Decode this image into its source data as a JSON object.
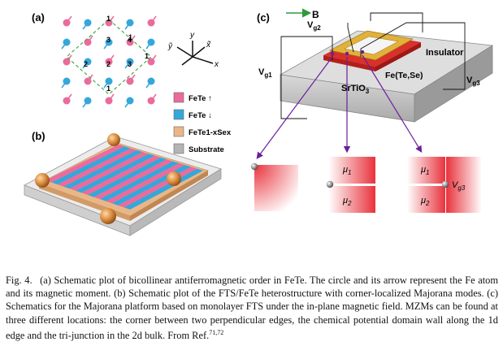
{
  "panel_a": {
    "label": "(a)",
    "axes": {
      "y": "y",
      "x": "x",
      "y_tilde": "ỹ",
      "x_tilde": "x̃"
    },
    "site_numbers": [
      "1",
      "1",
      "2",
      "3",
      "4",
      "1",
      "2",
      "3",
      "1"
    ]
  },
  "panel_b": {
    "label": "(b)"
  },
  "legend": {
    "items": [
      {
        "label": "FeTe ↑",
        "color": "#ea6b9c"
      },
      {
        "label": "FeTe ↓",
        "color": "#34a7dc"
      },
      {
        "label": "FeTe1-xSex",
        "color": "#e9b787"
      },
      {
        "label": "Substrate",
        "color": "#b4b4b4"
      }
    ]
  },
  "panel_c": {
    "label": "(c)",
    "field": "B",
    "vg1": "V",
    "vg1_sub": "g1",
    "vg2": "V",
    "vg2_sub": "g2",
    "vg3": "V",
    "vg3_sub": "g3",
    "insulator": "Insulator",
    "fts": "Fe(Te,Se)",
    "substrate": "SrTiO",
    "substrate_sub": "3",
    "mu1": "μ",
    "mu1_sub": "1",
    "mu2": "μ",
    "mu2_sub": "2",
    "inset_vg3": "V",
    "inset_vg3_sub": "g3"
  },
  "caption": {
    "label": "Fig. 4.",
    "text": "(a) Schematic plot of bicollinear antiferromagnetic order in FeTe. The circle and its arrow represent the Fe atom and its magnetic moment. (b) Schematic plot of the FTS/FeTe heterostructure with corner-localized Majorana modes. (c) Schematics for the Majorana platform based on monolayer FTS under the in-plane magnetic field. MZMs can be found at three different locations: the corner between two perpendicular edges, the chemical potential domain wall along the 1d edge and the tri-junction in the 2d bulk. From Ref.",
    "ref": "71,72"
  }
}
